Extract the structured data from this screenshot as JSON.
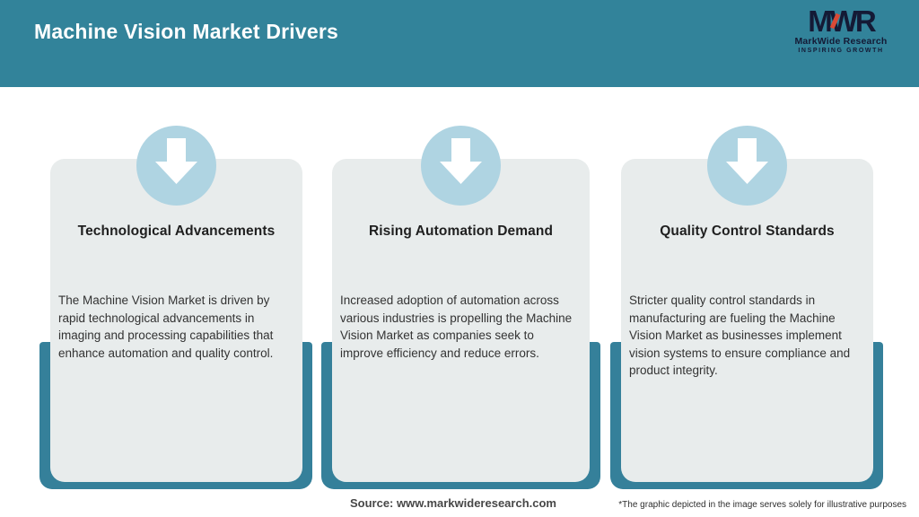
{
  "header": {
    "title": "Machine Vision Market Drivers",
    "logo": {
      "monogram": "MWR",
      "name": "MarkWide Research",
      "tagline": "INSPIRING GROWTH"
    }
  },
  "cards": [
    {
      "title": "Technological Advancements",
      "description": "The Machine Vision Market is driven by rapid technological advancements in imaging and processing capabilities that enhance automation and quality control."
    },
    {
      "title": "Rising Automation Demand",
      "description": "Increased adoption of automation across various industries is propelling the Machine Vision Market as companies seek to improve efficiency and reduce errors."
    },
    {
      "title": "Quality Control Standards",
      "description": "Stricter quality control standards in manufacturing are fueling the Machine Vision Market as businesses implement vision systems to ensure compliance and product integrity."
    }
  ],
  "footer": {
    "source": "Source: www.markwideresearch.com",
    "disclaimer": "*The graphic depicted in the image serves solely for illustrative purposes"
  },
  "colors": {
    "header_teal": "#32839A",
    "backdrop_teal": "#35809A",
    "card_grey": "#E8ECEC",
    "circle_blue": "#AFD4E2",
    "logo_navy": "#141A35",
    "logo_accent_red": "#D94A36"
  }
}
